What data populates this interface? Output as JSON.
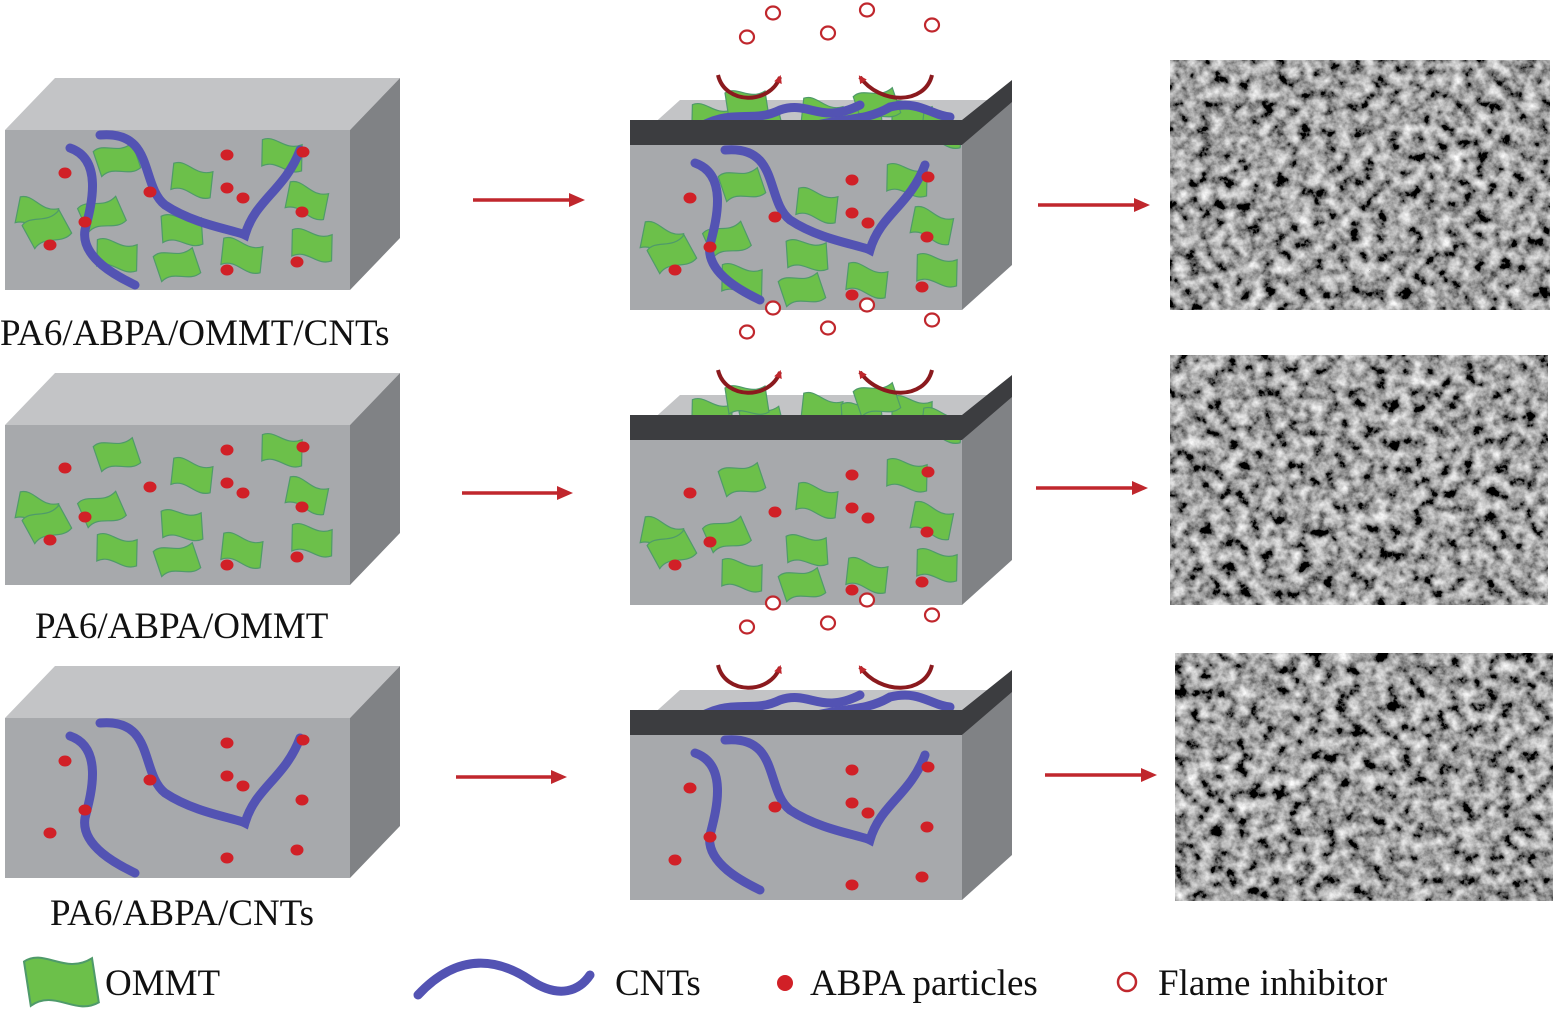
{
  "rows": [
    {
      "label": "PA6/ABPA/OMMT/CNTs"
    },
    {
      "label": "PA6/ABPA/OMMT"
    },
    {
      "label": "PA6/ABPA/CNTs"
    }
  ],
  "legend": {
    "ommt": "OMMT",
    "cnts": "CNTs",
    "abpa": "ABPA particles",
    "flame": "Flame inhibitor"
  },
  "colors": {
    "matrix_front": "#a7a9ac",
    "matrix_top": "#c3c4c6",
    "matrix_side": "#808285",
    "char_layer": "#3c3d40",
    "ommt": "#6cc04a",
    "cnt": "#5353b3",
    "abpa": "#d12027",
    "arrow": "#c0272d"
  }
}
